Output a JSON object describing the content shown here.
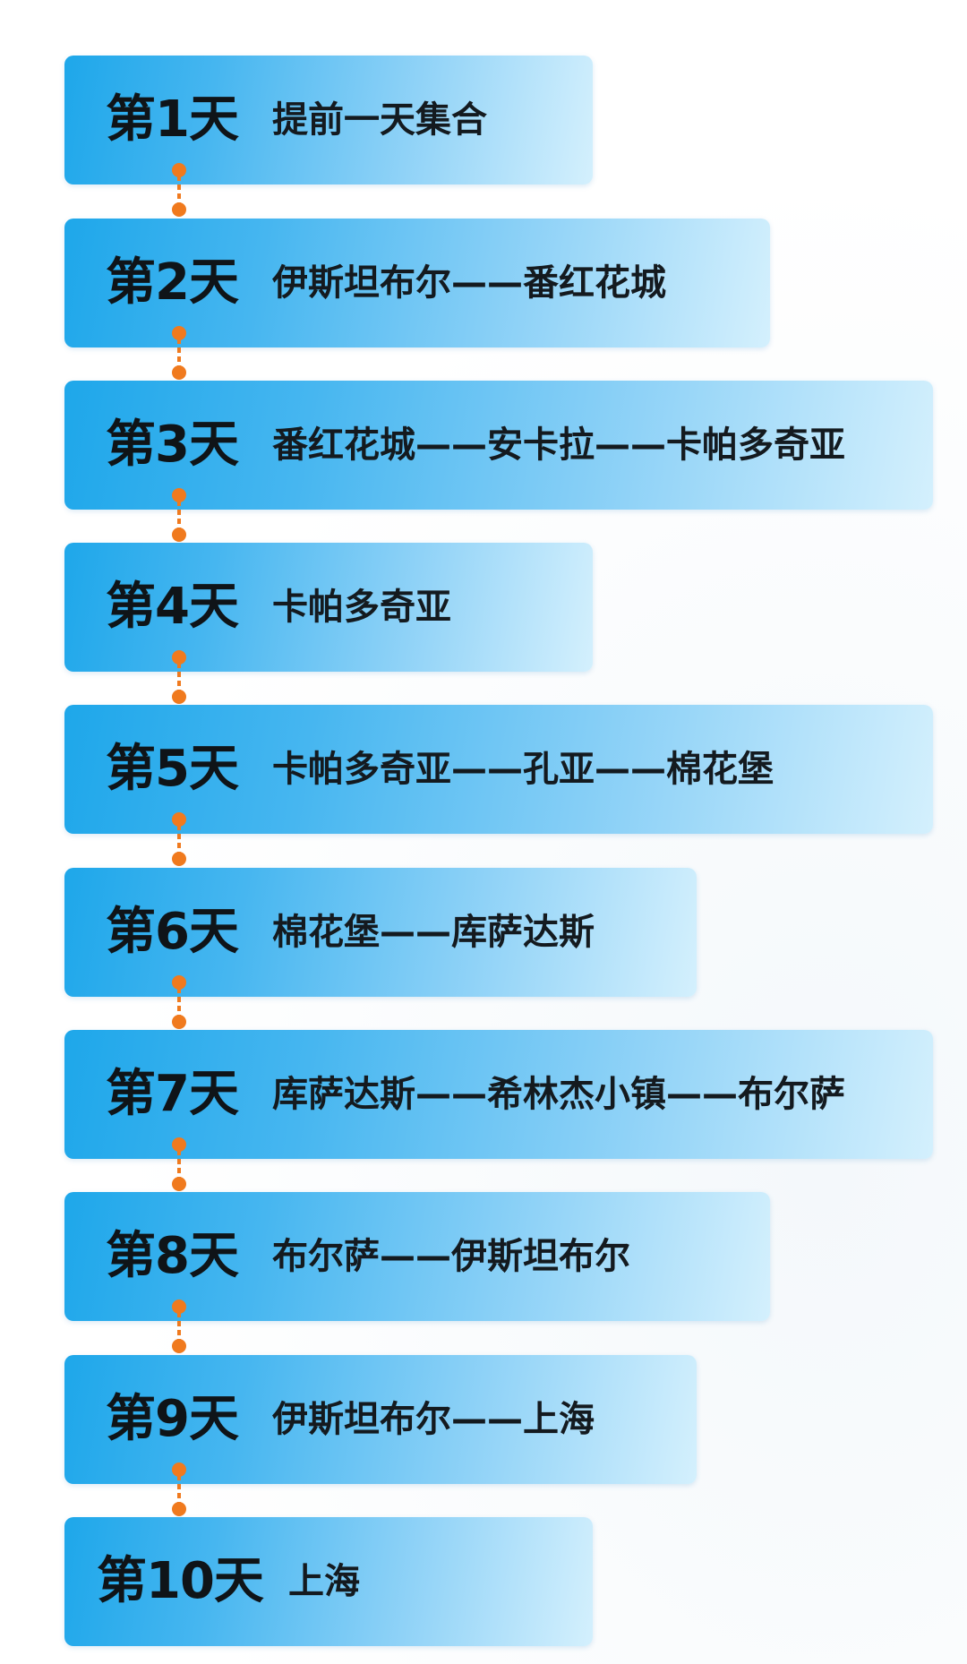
{
  "itinerary": [
    {
      "day": "第1天",
      "route": "提前一天集合"
    },
    {
      "day": "第2天",
      "route": "伊斯坦布尔——番红花城"
    },
    {
      "day": "第3天",
      "route": "番红花城——安卡拉——卡帕多奇亚"
    },
    {
      "day": "第4天",
      "route": "卡帕多奇亚"
    },
    {
      "day": "第5天",
      "route": "卡帕多奇亚——孔亚——棉花堡"
    },
    {
      "day": "第6天",
      "route": "棉花堡——库萨达斯"
    },
    {
      "day": "第7天",
      "route": "库萨达斯——希林杰小镇——布尔萨"
    },
    {
      "day": "第8天",
      "route": "布尔萨——伊斯坦布尔"
    },
    {
      "day": "第9天",
      "route": "伊斯坦布尔——上海"
    },
    {
      "day": "第10天",
      "route": "上海"
    }
  ],
  "colors": {
    "card_start": "#1ea7ea",
    "card_end": "#d4f0fd",
    "connector": "#f07a1e",
    "text": "#0f1418"
  },
  "icons": {
    "connector": "dashed-connector-with-dots"
  }
}
